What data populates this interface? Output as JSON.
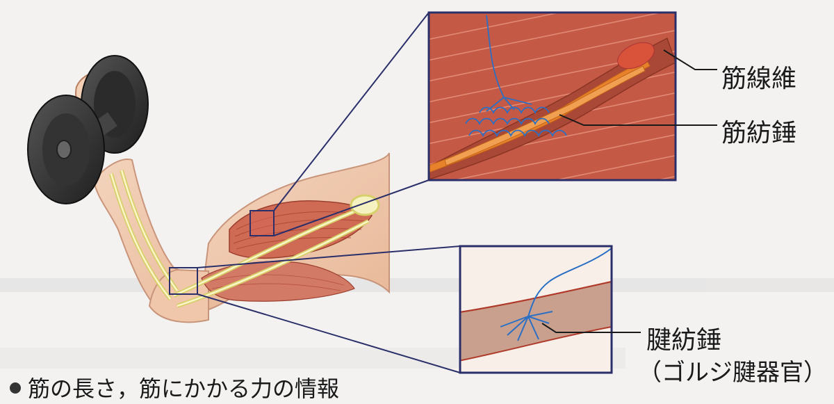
{
  "labels": {
    "muscle_fiber": "筋線維",
    "muscle_spindle": "筋紡錘",
    "tendon_spindle": "腱紡錘",
    "golgi_tendon_organ": "（ゴルジ腱器官）"
  },
  "caption": {
    "text": "筋の長さ，筋にかかる力の情報"
  },
  "colors": {
    "muscle": "#c8553f",
    "muscle_dark": "#a8402f",
    "skin": "#f0c9ad",
    "bone_yellow": "#e7e08a",
    "spindle_orange": "#e8822a",
    "nerve_blue": "#2b6fc4",
    "frame_navy": "#2a2f6a",
    "dumbbell": "#3a3a3a"
  }
}
